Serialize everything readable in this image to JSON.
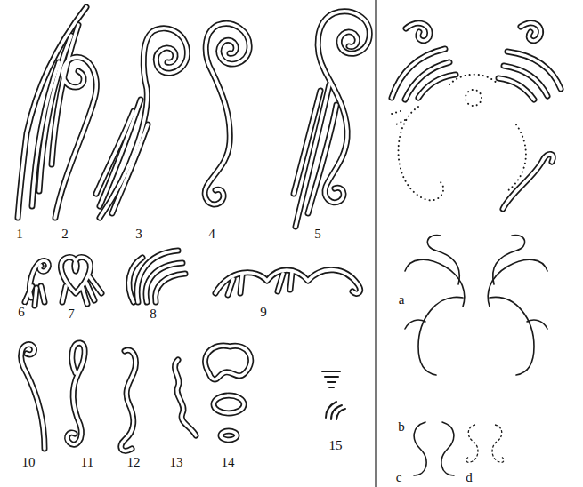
{
  "diagram": {
    "labels": [
      "1",
      "2",
      "3",
      "4",
      "5",
      "6",
      "7",
      "8",
      "9",
      "10",
      "11",
      "12",
      "13",
      "14",
      "15",
      "a",
      "b",
      "c",
      "d"
    ]
  }
}
